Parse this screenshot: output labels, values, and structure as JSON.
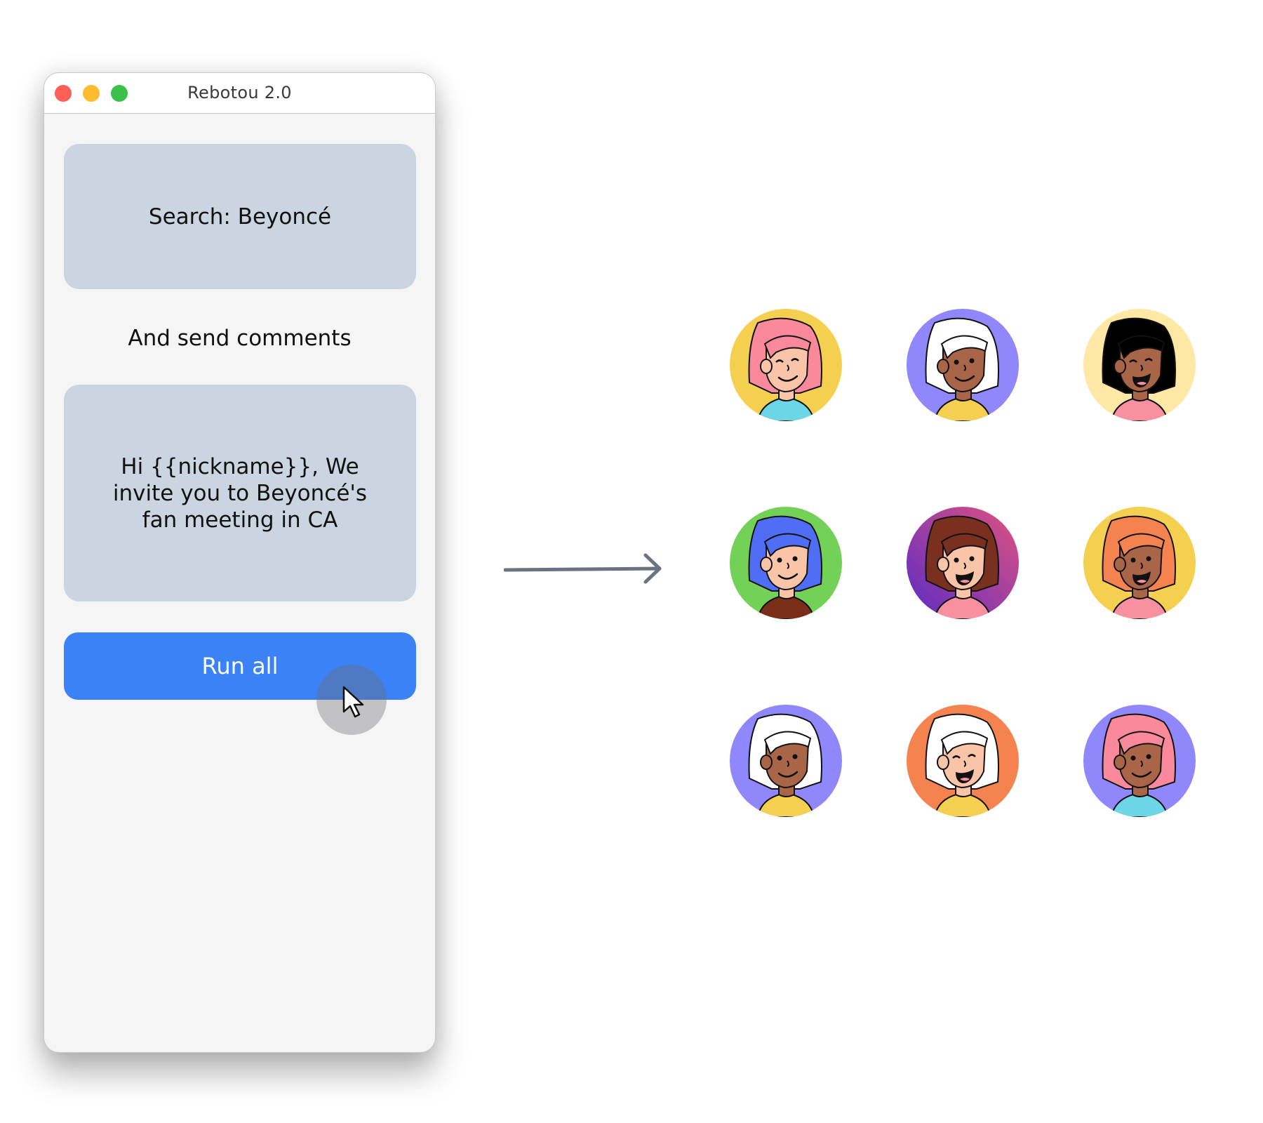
{
  "window": {
    "title": "Rebotou 2.0",
    "traffic_lights": {
      "close": "#fe5f57",
      "minimize": "#febc2e",
      "maximize": "#3bc14a"
    }
  },
  "search_card": {
    "text": "Search: Beyoncé"
  },
  "action_label": "And send comments",
  "message_card": {
    "text": "Hi {{nickname}}, We invite you to Beyoncé's fan meeting in CA"
  },
  "run_button": {
    "label": "Run all",
    "color": "#3b82f6"
  },
  "cursor": {
    "icon": "mouse-pointer-icon",
    "state": "hover"
  },
  "arrow": {
    "icon": "arrow-right-icon",
    "color": "#6b7280"
  },
  "avatars": [
    {
      "bg": "#f5cf4f",
      "hair": "#f9899b",
      "skin": "#f9c4a8",
      "shirt": "#6dd6e6",
      "expression": "smile-closed-eyes"
    },
    {
      "bg": "#8f87fb",
      "hair": "#ffffff",
      "skin": "#a86548",
      "shirt": "#f5cf4f",
      "expression": "smile"
    },
    {
      "bg": "#fde8a6",
      "hair": "#000000",
      "skin": "#a86548",
      "shirt": "#f990a0",
      "expression": "laugh"
    },
    {
      "bg": "#73d157",
      "hair": "#4f6ef5",
      "skin": "#f9c4a8",
      "shirt": "#7a2e1a",
      "expression": "smile"
    },
    {
      "bg": "#c2418f",
      "hair": "#7a301e",
      "skin": "#f9c4a8",
      "shirt": "#f990a0",
      "expression": "open-smile"
    },
    {
      "bg": "#f5cf4f",
      "hair": "#f5834f",
      "skin": "#a86548",
      "shirt": "#f990a0",
      "expression": "open-smile"
    },
    {
      "bg": "#8f87fb",
      "hair": "#ffffff",
      "skin": "#a86548",
      "shirt": "#f5cf4f",
      "expression": "smile"
    },
    {
      "bg": "#f5834f",
      "hair": "#ffffff",
      "skin": "#f9c4a8",
      "shirt": "#f5cf4f",
      "expression": "laugh"
    },
    {
      "bg": "#8f87fb",
      "hair": "#f9899b",
      "skin": "#a86548",
      "shirt": "#6dd6e6",
      "expression": "smile"
    }
  ]
}
